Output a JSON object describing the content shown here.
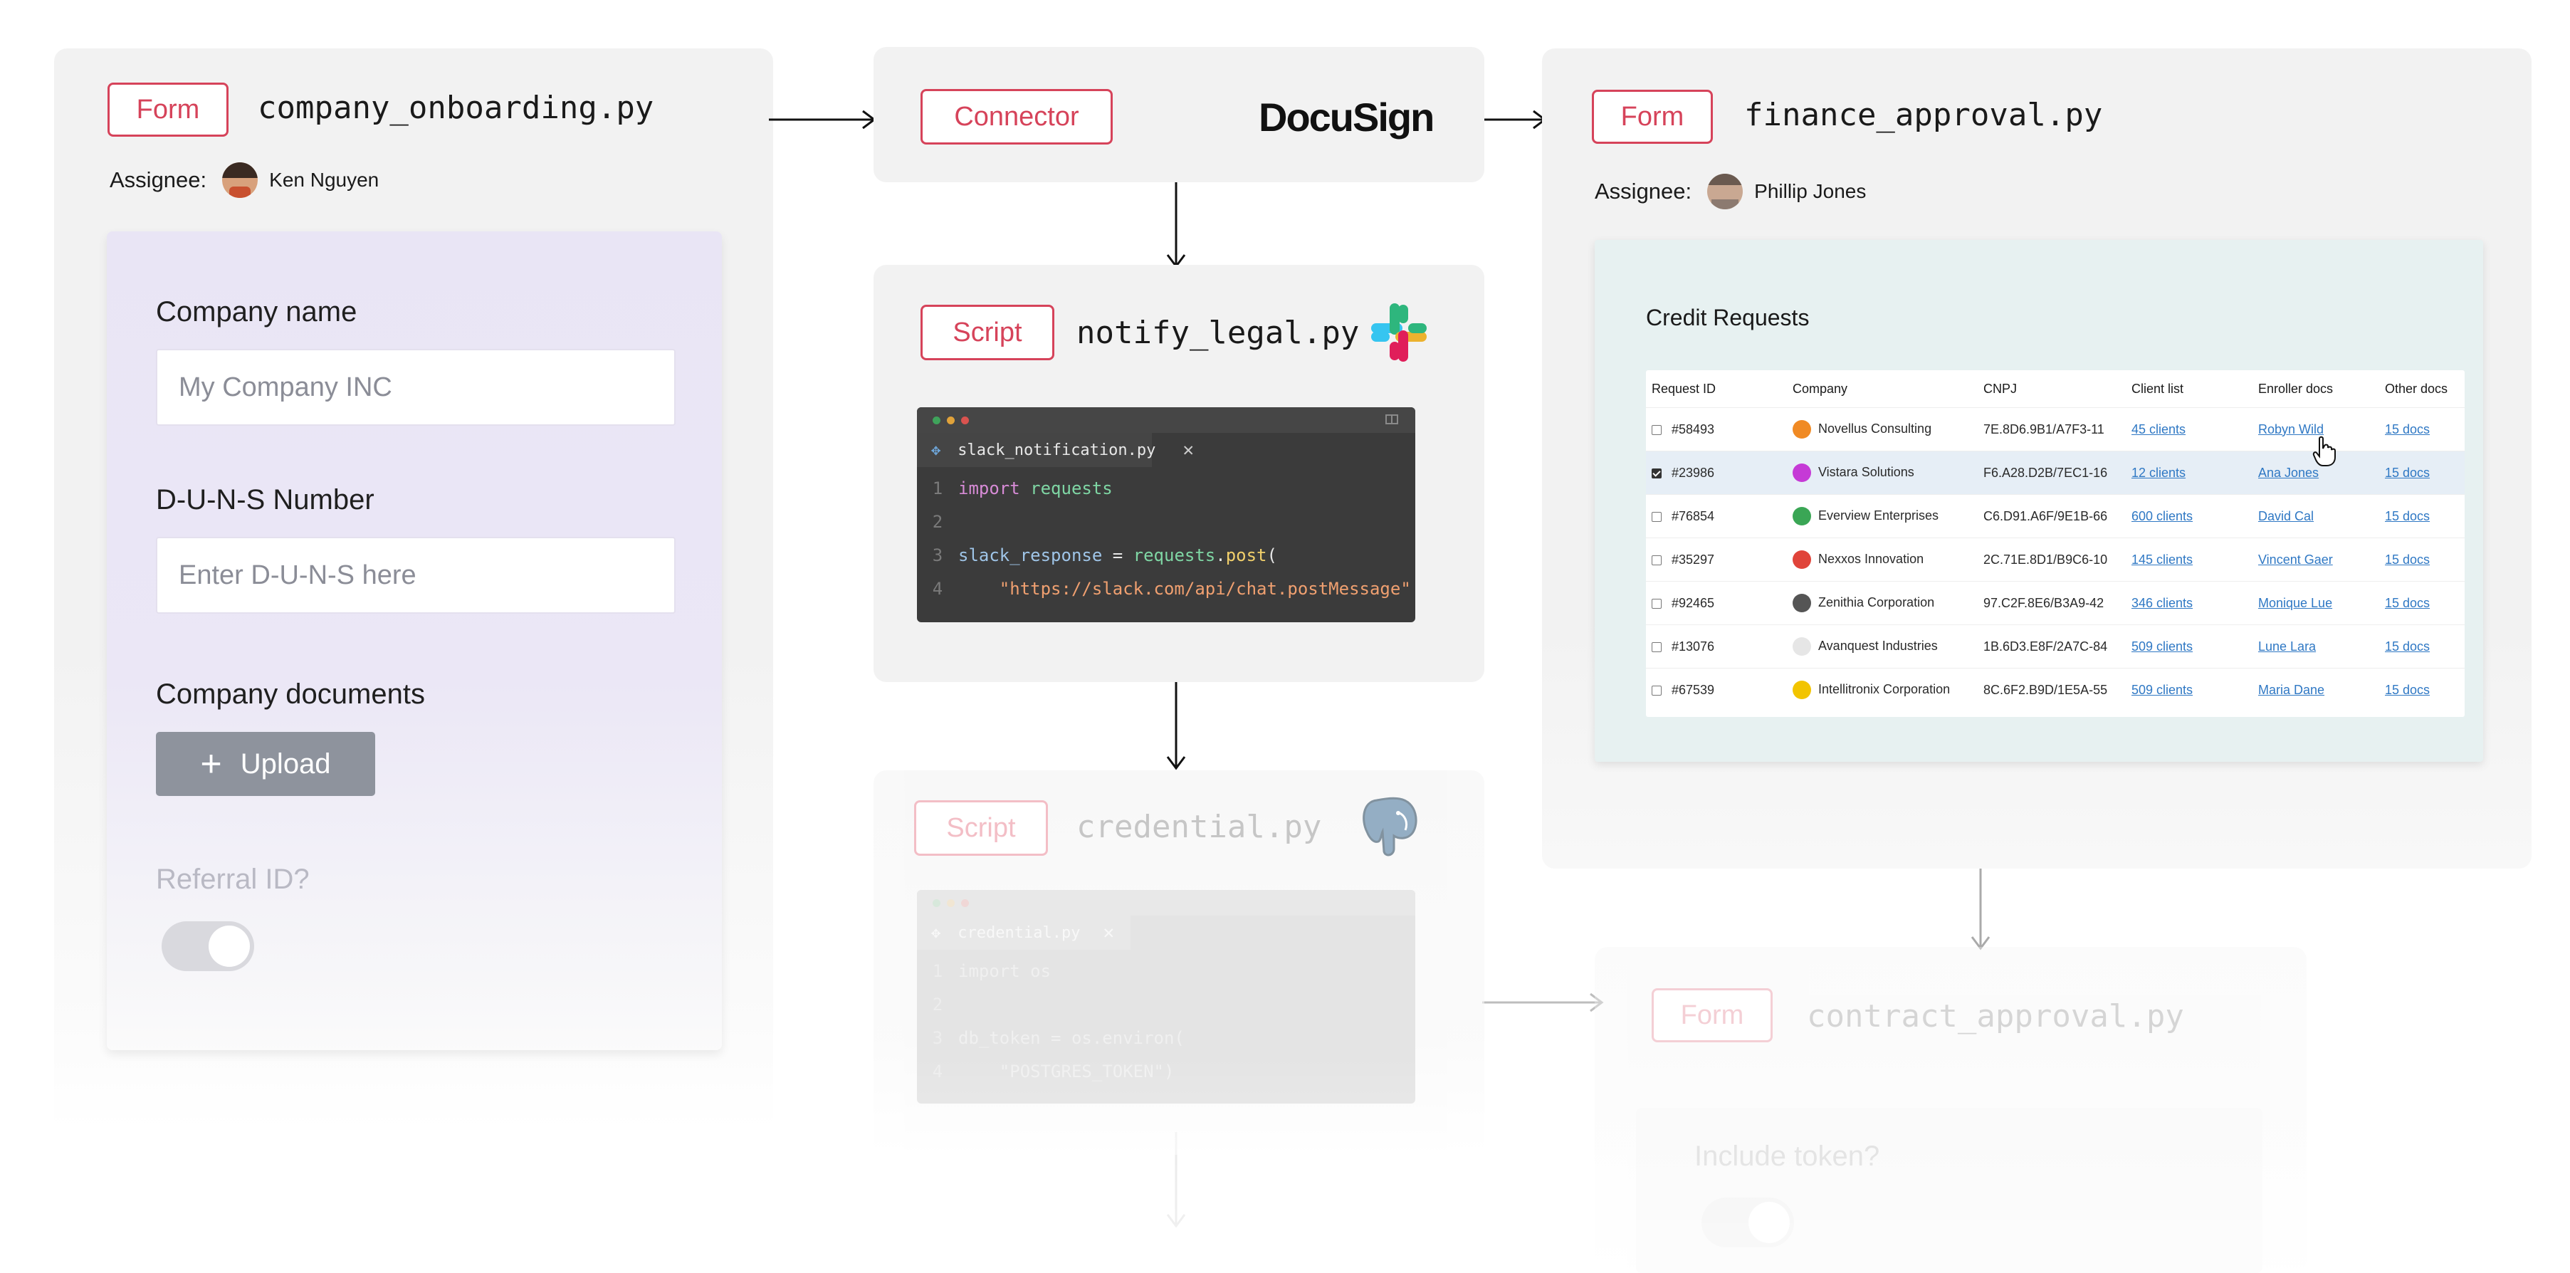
{
  "onboarding": {
    "tag": "Form",
    "title": "company_onboarding.py",
    "assignee_label": "Assignee:",
    "assignee_name": "Ken Nguyen",
    "form": {
      "company_name_label": "Company name",
      "company_name_placeholder": "My Company INC",
      "duns_label": "D-U-N-S Number",
      "duns_placeholder": "Enter D-U-N-S here",
      "documents_label": "Company documents",
      "upload_label": "Upload",
      "referral_label": "Referral ID?"
    }
  },
  "connector": {
    "tag": "Connector",
    "brand": "DocuSign"
  },
  "notify": {
    "tag": "Script",
    "title": "notify_legal.py",
    "icon": "slack-icon",
    "tab_name": "slack_notification.py",
    "code": [
      {
        "n": "1",
        "text": "import requests"
      },
      {
        "n": "2",
        "text": ""
      },
      {
        "n": "3",
        "text": "slack_response = requests.post("
      },
      {
        "n": "4",
        "text": "    \"https://slack.com/api/chat.postMessage\""
      }
    ]
  },
  "credential": {
    "tag": "Script",
    "title": "credential.py",
    "icon": "postgres-elephant-icon",
    "tab_name": "credential.py",
    "code": [
      {
        "n": "1",
        "text": "import os"
      },
      {
        "n": "2",
        "text": ""
      },
      {
        "n": "3",
        "text": "db_token = os.environ("
      },
      {
        "n": "4",
        "text": "    \"POSTGRES_TOKEN\")"
      }
    ]
  },
  "finance": {
    "tag": "Form",
    "title": "finance_approval.py",
    "assignee_label": "Assignee:",
    "assignee_name": "Phillip Jones",
    "table_title": "Credit Requests",
    "columns": [
      "Request ID",
      "Company",
      "CNPJ",
      "Client list",
      "Enroller docs",
      "Other docs"
    ],
    "rows": [
      {
        "id": "#58493",
        "company": "Novellus Consulting",
        "cnpj": "7E.8D6.9B1/A7F3-11",
        "clients": "45 clients",
        "enroller": "Robyn Wild",
        "other": "15 docs",
        "checked": false,
        "logo_color": "#f08a24"
      },
      {
        "id": "#23986",
        "company": "Vistara Solutions",
        "cnpj": "F6.A28.D2B/7EC1-16",
        "clients": "12 clients",
        "enroller": "Ana Jones",
        "other": "15 docs",
        "checked": true,
        "logo_color": "#c53ad6"
      },
      {
        "id": "#76854",
        "company": "Everview Enterprises",
        "cnpj": "C6.D91.A6F/9E1B-66",
        "clients": "600 clients",
        "enroller": "David Cal",
        "other": "15 docs",
        "checked": false,
        "logo_color": "#3aa655"
      },
      {
        "id": "#35297",
        "company": "Nexxos Innovation",
        "cnpj": "2C.71E.8D1/B9C6-10",
        "clients": "145 clients",
        "enroller": "Vincent Gaer",
        "other": "15 docs",
        "checked": false,
        "logo_color": "#e0443a"
      },
      {
        "id": "#92465",
        "company": "Zenithia Corporation",
        "cnpj": "97.C2F.8E6/B3A9-42",
        "clients": "346 clients",
        "enroller": "Monique Lue",
        "other": "15 docs",
        "checked": false,
        "logo_color": "#555555"
      },
      {
        "id": "#13076",
        "company": "Avanquest Industries",
        "cnpj": "1B.6D3.E8F/2A7C-84",
        "clients": "509 clients",
        "enroller": "Lune Lara",
        "other": "15 docs",
        "checked": false,
        "logo_color": "#e6e6e6"
      },
      {
        "id": "#67539",
        "company": "Intellitronix Corporation",
        "cnpj": "8C.6F2.B9D/1E5A-55",
        "clients": "509 clients",
        "enroller": "Maria Dane",
        "other": "15 docs",
        "checked": false,
        "logo_color": "#f2c400"
      }
    ]
  },
  "contract": {
    "tag": "Form",
    "title": "contract_approval.py",
    "toggle_label": "Include token?"
  }
}
